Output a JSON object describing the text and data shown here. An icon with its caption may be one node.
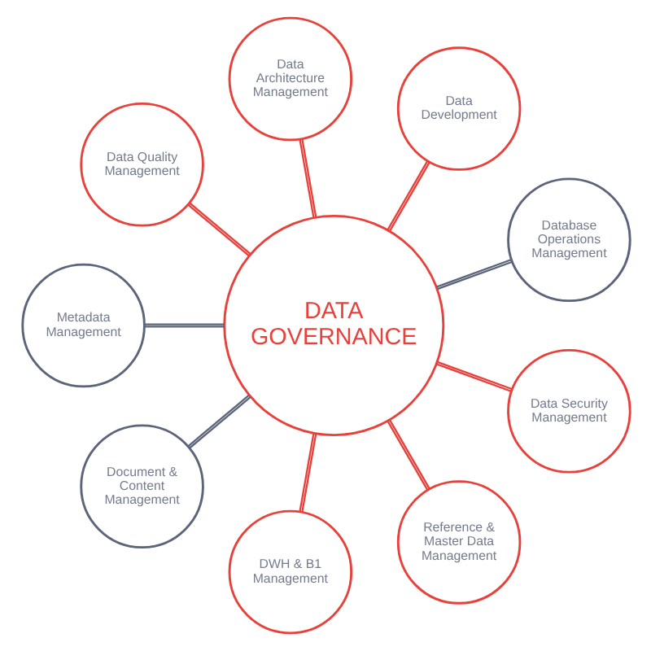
{
  "diagram": {
    "nodes": [
      {
        "text": [
          "DATA GOVERNANCE"
        ]
      },
      {
        "text": [
          "Data Architecture Management"
        ]
      },
      {
        "text": [
          "Data Development"
        ]
      },
      {
        "text": [
          "Database Operations Management"
        ]
      },
      {
        "text": [
          "Data Security Management"
        ]
      },
      {
        "text": [
          "Reference & Master Data Management"
        ]
      },
      {
        "text": [
          "DWH & B1 Management"
        ]
      },
      {
        "text": [
          "Document & Content Management"
        ]
      },
      {
        "text": [
          "Metadata Management"
        ]
      },
      {
        "text": [
          "Data Quality Management"
        ]
      }
    ],
    "edges": [
      {
        "from": 0,
        "to": 1,
        "arrow": "none"
      },
      {
        "from": 0,
        "to": 2,
        "arrow": "none"
      },
      {
        "from": 0,
        "to": 3,
        "arrow": "none",
        "color": "#5b6478"
      },
      {
        "from": 0,
        "to": 4,
        "arrow": "none"
      },
      {
        "from": 0,
        "to": 5,
        "arrow": "none"
      },
      {
        "from": 0,
        "to": 6,
        "arrow": "none"
      },
      {
        "from": 0,
        "to": 7,
        "arrow": "none",
        "color": "#5b6478"
      },
      {
        "from": 0,
        "to": 8,
        "arrow": "none",
        "color": "#5b6478"
      },
      {
        "from": 0,
        "to": 9,
        "arrow": "none"
      }
    ]
  }
}
